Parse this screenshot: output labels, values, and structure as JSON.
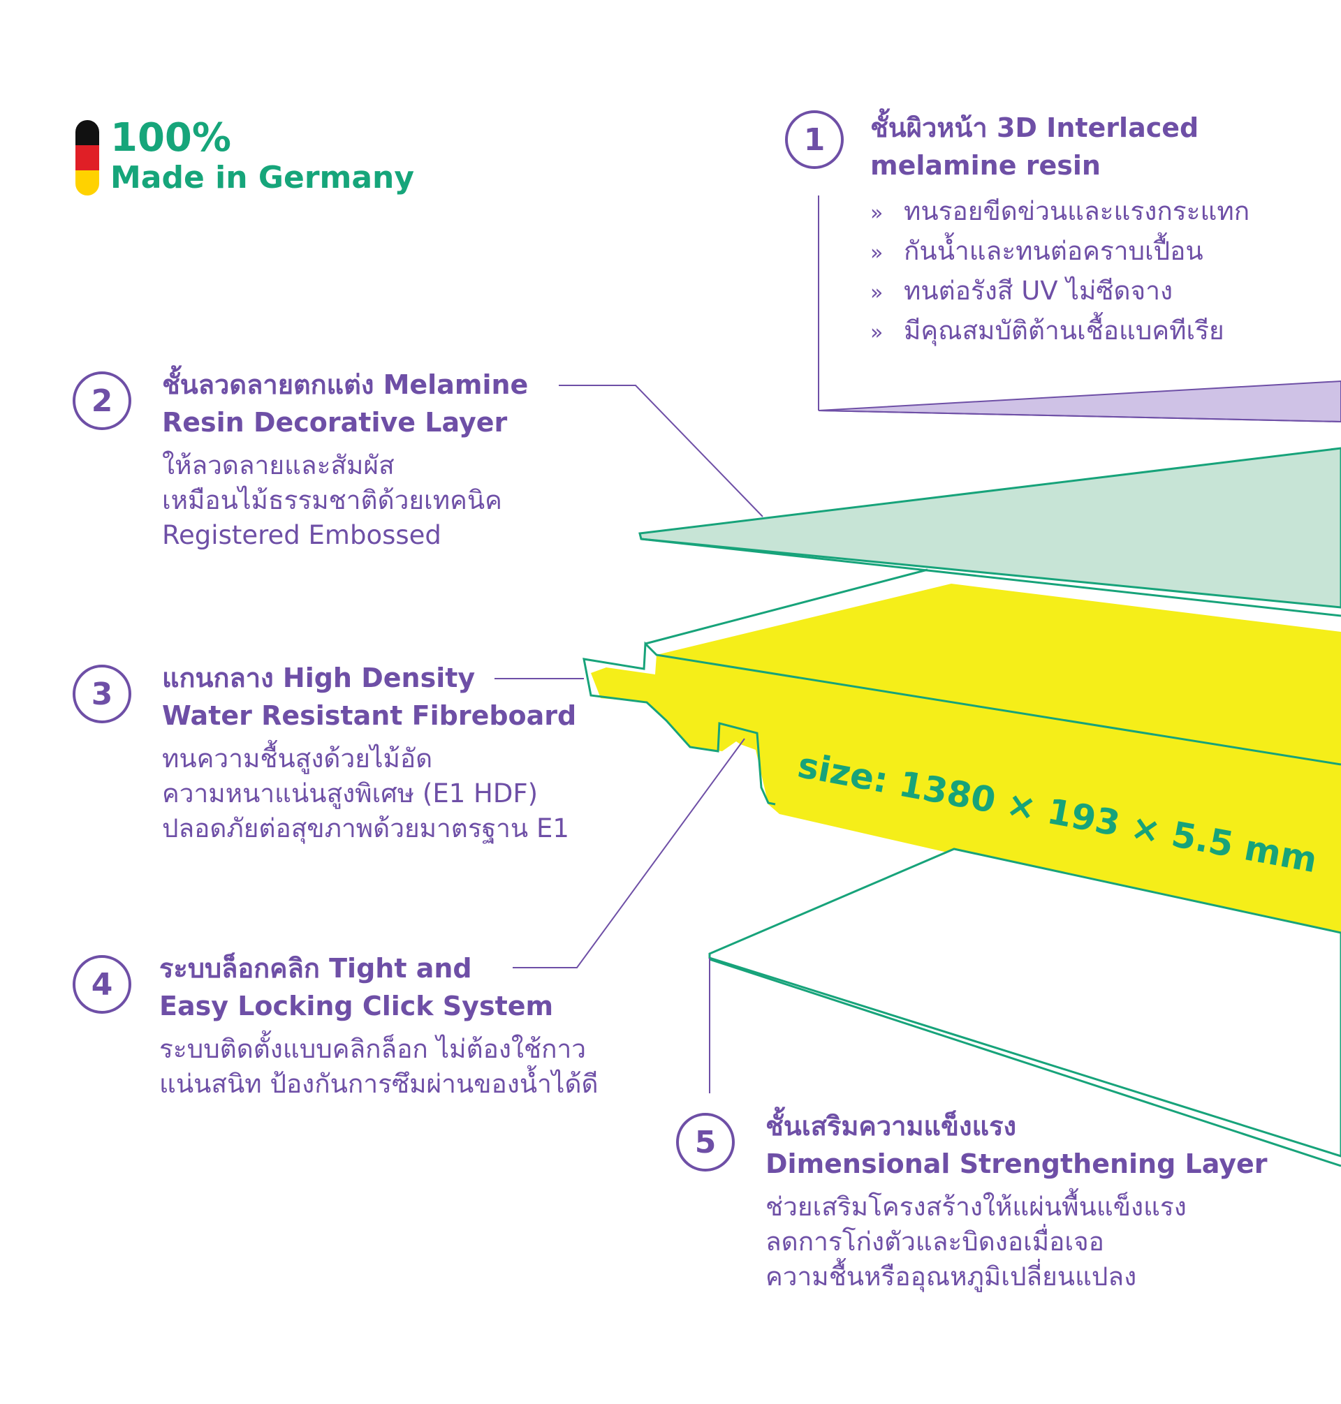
{
  "badge": {
    "percent": "100%",
    "made_in": "Made in Germany",
    "flag_colors": [
      "#111111",
      "#e01f26",
      "#ffd200"
    ]
  },
  "colors": {
    "text_purple": "#6e4fa6",
    "badge_green": "#16a57a",
    "layer_1_fill": "#cfc2e6",
    "layer_2_fill": "#c7e4d6",
    "core_fill": "#f5ee19",
    "outline_green": "#17a37a",
    "leader_purple": "#6e4fa6"
  },
  "size_label": "size: 1380 × 193 × 5.5 mm",
  "layers": [
    {
      "number": "1",
      "title_line1": "ชั้นผิวหน้า 3D Interlaced",
      "title_line2": "melamine resin",
      "bullets": [
        "ทนรอยขีดข่วนและแรงกระแทก",
        "กันน้ำและทนต่อคราบเปื้อน",
        "ทนต่อรังสี UV ไม่ซีดจาง",
        "มีคุณสมบัติต้านเชื้อแบคทีเรีย"
      ]
    },
    {
      "number": "2",
      "title_line1": "ชั้นลวดลายตกแต่ง Melamine",
      "title_line2": "Resin Decorative Layer",
      "desc": [
        "ให้ลวดลายและสัมผัส",
        "เหมือนไม้ธรรมชาติด้วยเทคนิค",
        "Registered Embossed"
      ]
    },
    {
      "number": "3",
      "title_line1": "แกนกลาง High Density",
      "title_line2": "Water Resistant Fibreboard",
      "desc": [
        "ทนความชื้นสูงด้วยไม้อัด",
        "ความหนาแน่นสูงพิเศษ (E1 HDF)",
        "ปลอดภัยต่อสุขภาพด้วยมาตรฐาน E1"
      ]
    },
    {
      "number": "4",
      "title_line1": "ระบบล็อกคลิก Tight and",
      "title_line2": "Easy Locking Click System",
      "desc": [
        "ระบบติดตั้งแบบคลิกล็อก ไม่ต้องใช้กาว",
        "แน่นสนิท ป้องกันการซึมผ่านของน้ำได้ดี"
      ]
    },
    {
      "number": "5",
      "title_line1": "ชั้นเสริมความแข็งแรง",
      "title_line2": "Dimensional Strengthening Layer",
      "desc": [
        "ช่วยเสริมโครงสร้างให้แผ่นพื้นแข็งแรง",
        "ลดการโก่งตัวและบิดงอเมื่อเจอ",
        "ความชื้นหรืออุณหภูมิเปลี่ยนแปลง"
      ]
    }
  ]
}
